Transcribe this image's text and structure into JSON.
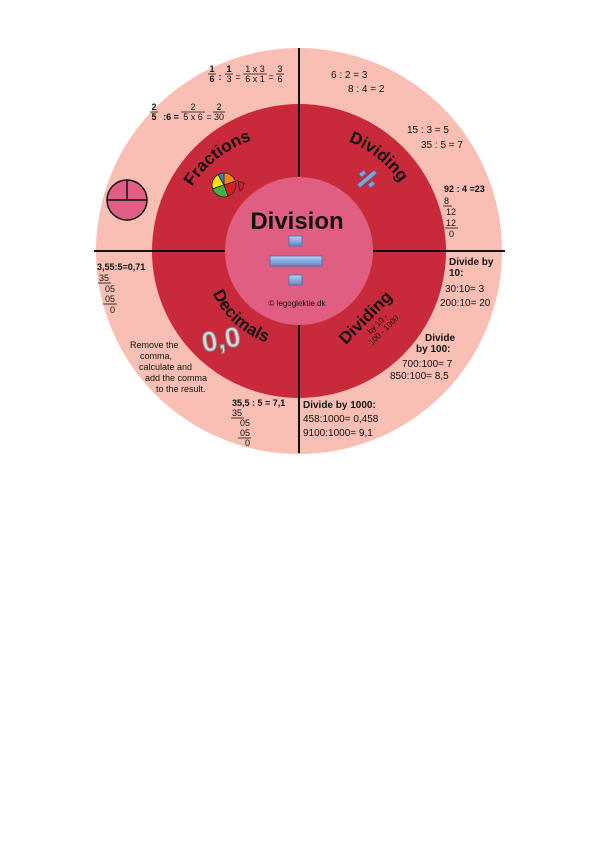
{
  "title": "Division",
  "credit": "© legoglektie.dk",
  "sections": {
    "fractions": "Fractions",
    "dividing": "Dividing",
    "decimals": "Decimals",
    "dividing10": "Dividing",
    "dividing10_sub1": "by 10 -",
    "dividing10_sub2": "100 - 1000"
  },
  "fractions_examples": {
    "ex1_num_a": "1",
    "ex1_den_a": "6",
    "ex1_op": ":",
    "ex1_num_b": "1",
    "ex1_den_b": "3",
    "ex1_eq": "=",
    "ex1_num_c": "1 x 3",
    "ex1_den_c": "6 x 1",
    "ex1_eq2": "=",
    "ex1_num_d": "3",
    "ex1_den_d": "6",
    "ex2_num_a": "2",
    "ex2_den_a": "5",
    "ex2_op": ":6 =",
    "ex2_num_b": "2",
    "ex2_den_b": "5 x 6",
    "ex2_eq": "=",
    "ex2_num_c": "2",
    "ex2_den_c": "30"
  },
  "dividing_examples": {
    "l1": "6 : 2 = 3",
    "l2": "8 : 4 = 2",
    "l3": "15 : 3 = 5",
    "l4": "35 : 5 = 7",
    "long_head": "92 : 4 =23",
    "long_1": "8",
    "long_2": "12",
    "long_3": "12",
    "long_4": "0"
  },
  "decimals_examples": {
    "left_head": "3,55:5=0,71",
    "left_1": "35",
    "left_2": "05",
    "left_3": "05",
    "left_4": "0",
    "note_1": "Remove the",
    "note_2": "comma,",
    "note_3": "calculate and",
    "note_4": "add the comma",
    "note_5": "to the result.",
    "bottom_head": "35,5 : 5 = 7,1",
    "bottom_1": "35",
    "bottom_2": "05",
    "bottom_3": "05",
    "bottom_4": "0",
    "icon_text": "0,0"
  },
  "dividing10_examples": {
    "head10_1": "Divide by",
    "head10_2": "10:",
    "ex10_1": "30:10= 3",
    "ex10_2": "200:10= 20",
    "head100_1": "Divide",
    "head100_2": "by 100:",
    "ex100_1": "700:100= 7",
    "ex100_2": "850:100= 8,5",
    "head1000": "Divide by 1000:",
    "ex1000_1": "458:1000= 0,458",
    "ex1000_2": "9100:1000= 9,1"
  },
  "colors": {
    "outer_ring": "#f9bfb4",
    "middle_ring": "#c82a3b",
    "center": "#df5e82",
    "division_sign": "#7fa6d8"
  }
}
